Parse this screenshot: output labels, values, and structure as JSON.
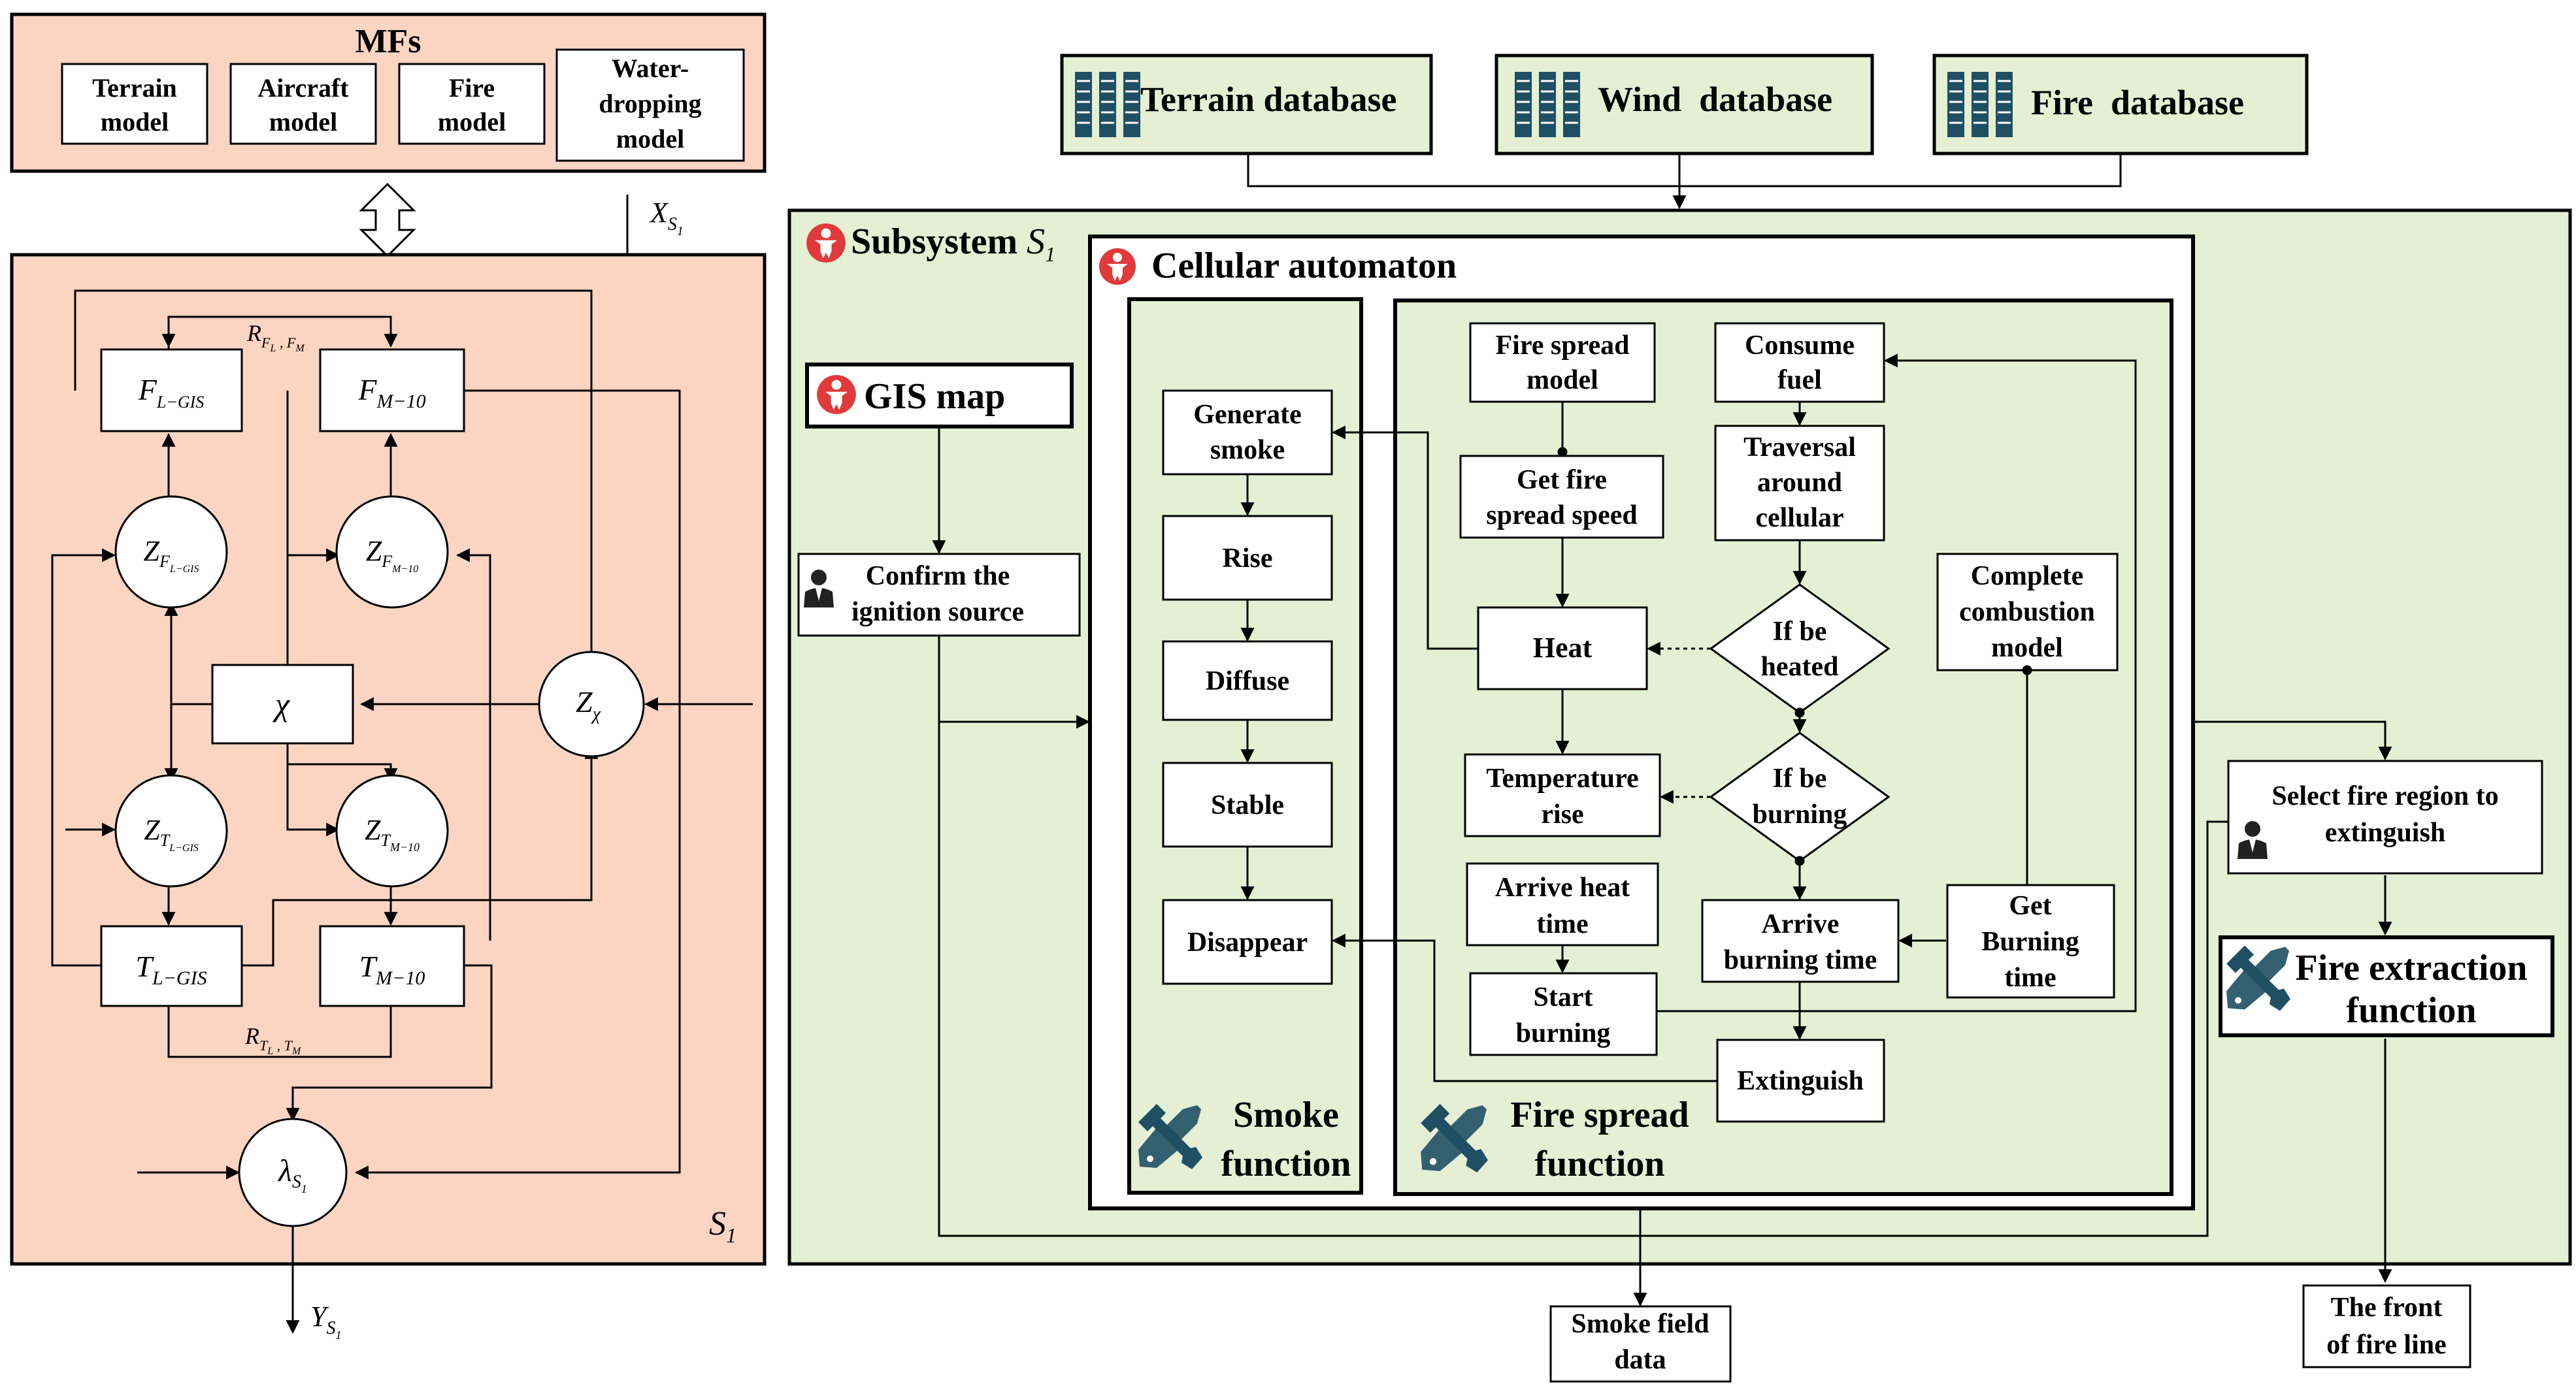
{
  "colors": {
    "salmon": "#fbd5c2",
    "green": "#e4efd3",
    "icon_teal": "#1f4f63",
    "badge_red": "#e03a3a"
  },
  "mfs": {
    "title": "MFs",
    "models": [
      [
        "Terrain",
        "model"
      ],
      [
        "Aircraft",
        "model"
      ],
      [
        "Fire",
        "model"
      ],
      [
        "Water-",
        "dropping",
        "model"
      ]
    ]
  },
  "model_panel": {
    "x_input": {
      "base": "X",
      "sub": "S",
      "subsub": "1"
    },
    "y_output": {
      "base": "Y",
      "sub": "S",
      "subsub": "1"
    },
    "panel_label": {
      "base": "S",
      "sub": "1"
    },
    "f_lgis": {
      "base": "F",
      "sub": "L−GIS"
    },
    "f_m10": {
      "base": "F",
      "sub": "M−10"
    },
    "r_f": {
      "base": "R",
      "sub": "F",
      "sub2": "L",
      "sep": " , ",
      "sub3": "F",
      "sub4": "M"
    },
    "z_flgis": {
      "base": "Z",
      "sub": "F",
      "subsub": "L−GIS"
    },
    "z_fm10": {
      "base": "Z",
      "sub": "F",
      "subsub": "M−10"
    },
    "chi": "χ",
    "z_chi": {
      "base": "Z",
      "sub": "χ"
    },
    "z_tlgis": {
      "base": "Z",
      "sub": "T",
      "subsub": "L−GIS"
    },
    "z_tm10": {
      "base": "Z",
      "sub": "T",
      "subsub": "M−10"
    },
    "t_lgis": {
      "base": "T",
      "sub": "L−GIS"
    },
    "t_m10": {
      "base": "T",
      "sub": "M−10"
    },
    "r_t": {
      "base": "R",
      "sub": "T",
      "sub2": "L",
      "sep": " , ",
      "sub3": "T",
      "sub4": "M"
    },
    "lambda": {
      "base": "λ",
      "sub": "S",
      "subsub": "1"
    }
  },
  "databases": [
    "Terrain database",
    "Wind  database",
    "Fire  database"
  ],
  "subsystem": {
    "title": "Subsystem ",
    "title_math": {
      "base": "S",
      "sub": "1"
    },
    "ca_title": "Cellular automaton",
    "gis_map": "GIS map",
    "confirm": [
      "Confirm the",
      "ignition source"
    ],
    "smoke_steps": [
      [
        "Generate",
        "smoke"
      ],
      [
        "Rise"
      ],
      [
        "Diffuse"
      ],
      [
        "Stable"
      ],
      [
        "Disappear"
      ]
    ],
    "smoke_function": [
      "Smoke",
      "function"
    ],
    "fire_spread_model": [
      "Fire spread",
      "model"
    ],
    "consume_fuel": [
      "Consume",
      "fuel"
    ],
    "get_fire_speed": [
      "Get fire",
      "spread speed"
    ],
    "traversal": [
      "Traversal",
      "around",
      "cellular"
    ],
    "heat": "Heat",
    "if_heated": [
      "If be",
      "heated"
    ],
    "complete_combustion": [
      "Complete",
      "combustion",
      "model"
    ],
    "temperature_rise": [
      "Temperature",
      "rise"
    ],
    "if_burning": [
      "If be",
      "burning"
    ],
    "arrive_heat_time": [
      "Arrive heat",
      "time"
    ],
    "arrive_burning_time": [
      "Arrive",
      "burning time"
    ],
    "get_burning_time": [
      "Get",
      "Burning",
      "time"
    ],
    "start_burning": [
      "Start",
      "burning"
    ],
    "extinguish": "Extinguish",
    "fire_spread_function": [
      "Fire spread",
      "function"
    ],
    "select_region": [
      "Select fire region to",
      "extinguish"
    ],
    "fire_extraction": [
      "Fire extraction",
      "function"
    ]
  },
  "outputs": {
    "smoke_field": [
      "Smoke field",
      "data"
    ],
    "front_fire_line": [
      "The front",
      "of fire line"
    ]
  }
}
